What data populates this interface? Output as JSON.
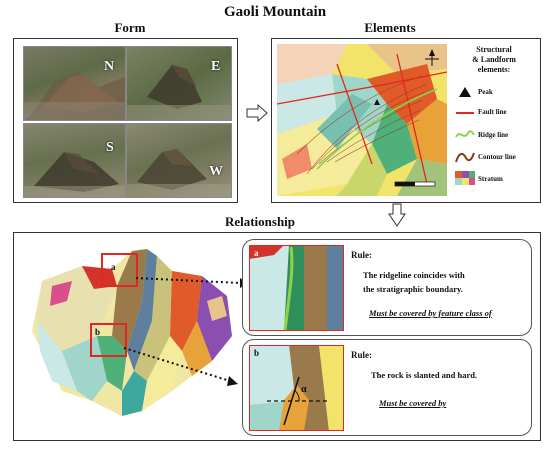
{
  "title": "Gaoli Mountain",
  "sections": {
    "form": "Form",
    "elements": "Elements",
    "relationship": "Relationship"
  },
  "photos": [
    {
      "label": "N"
    },
    {
      "label": "E"
    },
    {
      "label": "S"
    },
    {
      "label": "W"
    }
  ],
  "legend": {
    "title_lines": [
      "Structural",
      "& Landform",
      "elements:"
    ],
    "items": [
      {
        "label": "Peak",
        "icon": "peak-icon"
      },
      {
        "label": "Fault line",
        "icon": "fault-line-icon",
        "color": "#e0281e"
      },
      {
        "label": "Ridge line",
        "icon": "ridge-line-icon",
        "color": "#8ed24a"
      },
      {
        "label": "Contour line",
        "icon": "contour-line-icon",
        "color": "#8b3a12"
      },
      {
        "label": "Stratum",
        "icon": "stratum-icon"
      }
    ]
  },
  "map_tags": {
    "a": "a",
    "b": "b"
  },
  "rules": [
    {
      "tag": "a",
      "head": "Rule:",
      "line1": "The ridgeline coincides with",
      "line2": "the stratigraphic boundary.",
      "foot": "Must be covered by feature class of"
    },
    {
      "tag": "b",
      "head": "Rule:",
      "line1": "The rock is slanted and hard.",
      "angle": "α",
      "foot": "Must be covered by"
    }
  ]
}
